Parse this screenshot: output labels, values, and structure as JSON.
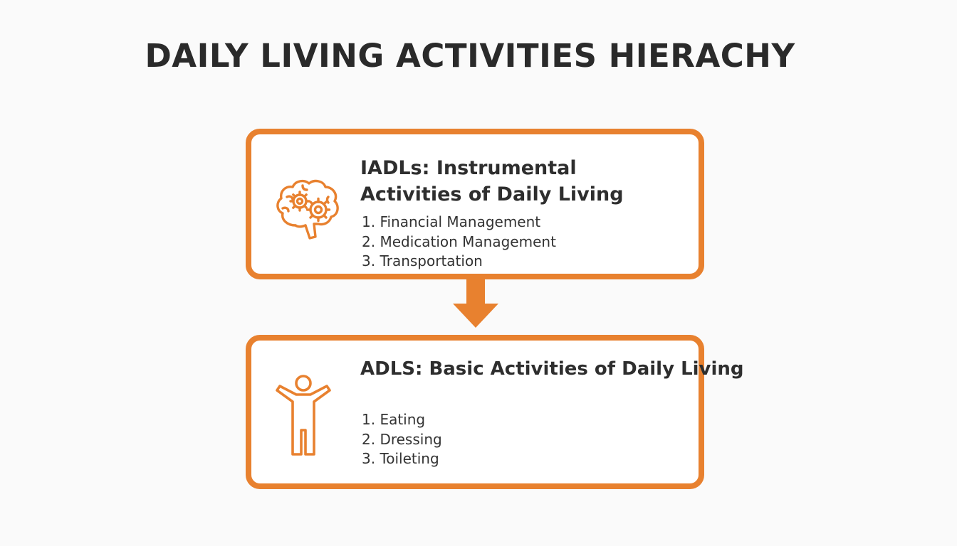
{
  "title": "DAILY LIVING ACTIVITIES HIERACHY",
  "colors": {
    "accent": "#e8812f",
    "text": "#2b2b2b",
    "background": "#fafafa"
  },
  "upper_box": {
    "icon": "brain-gears-icon",
    "heading_line1": "IADLs: Instrumental",
    "heading_line2": "Activities of Daily Living",
    "items": [
      "1. Financial Management",
      "2. Medication Management",
      "3. Transportation"
    ]
  },
  "connector": {
    "icon": "arrow-down-icon"
  },
  "lower_box": {
    "icon": "person-arms-raised-icon",
    "heading": "ADLS: Basic Activities of Daily Living",
    "items": [
      "1. Eating",
      "2. Dressing",
      "3. Toileting"
    ]
  }
}
